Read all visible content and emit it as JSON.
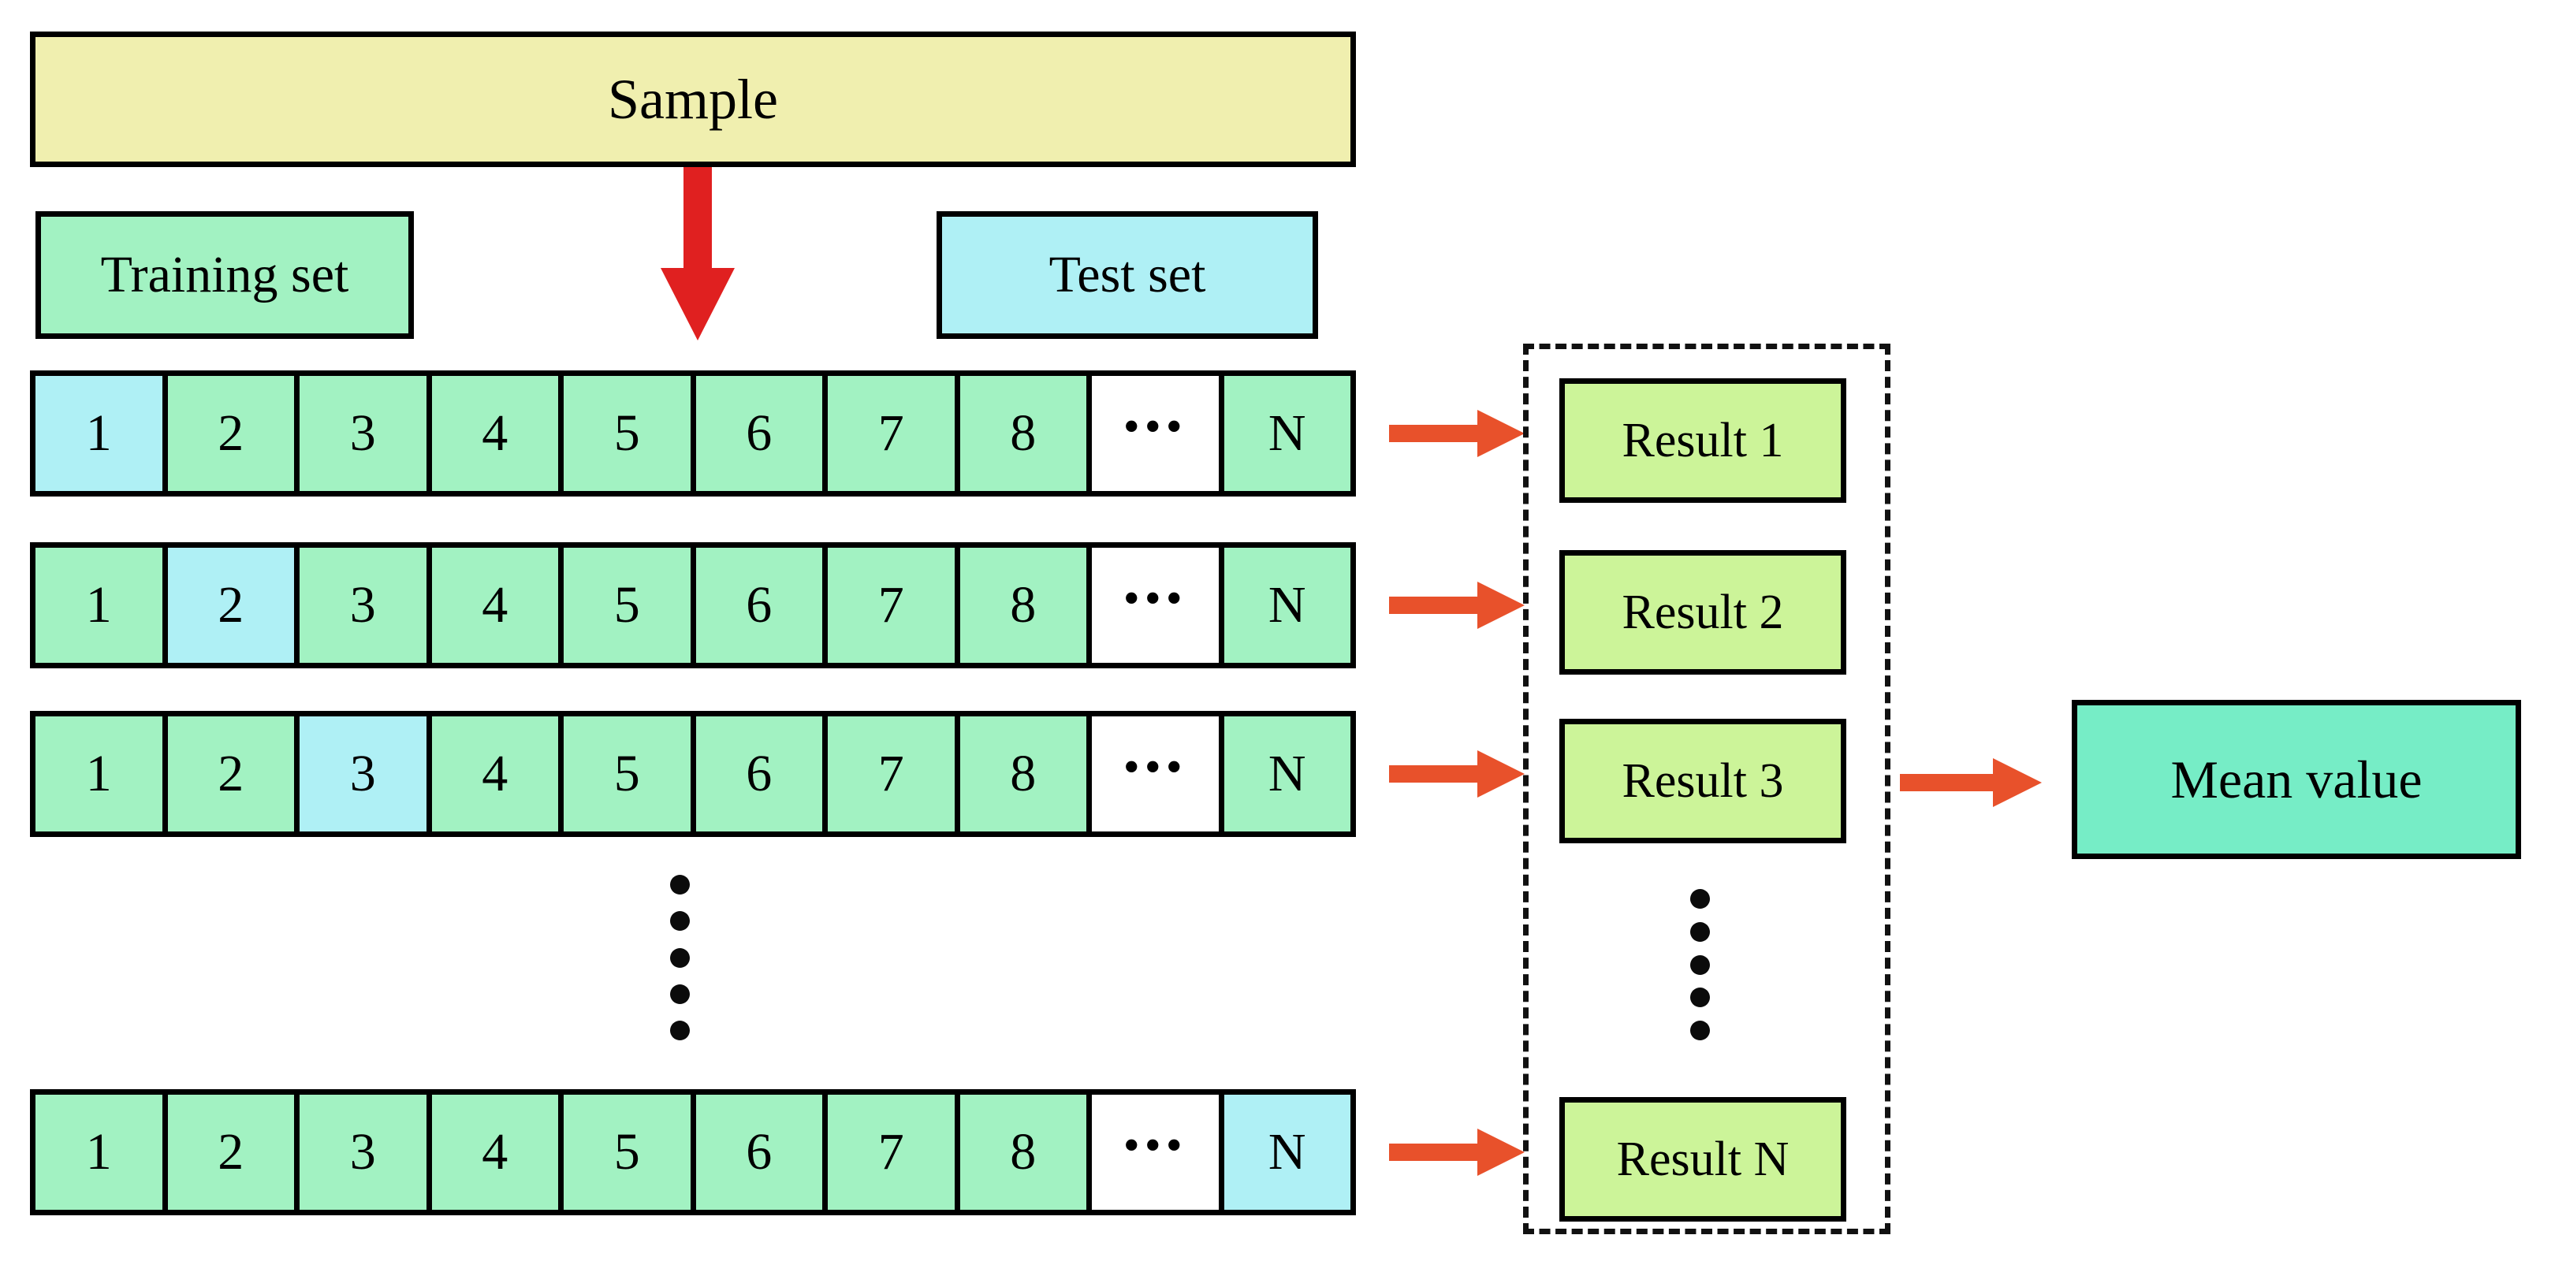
{
  "diagram": {
    "title_box": {
      "label": "Sample",
      "color": "#F0EFAF"
    },
    "legend": [
      {
        "label": "Training set",
        "color": "#A2F2C2",
        "name": "training-set-legend"
      },
      {
        "label": "Test set",
        "color": "#AFF0F5",
        "name": "test-set-legend"
      }
    ],
    "split_arrow": {
      "name": "split-down-arrow",
      "color": "#E02020"
    },
    "flow_arrow_color": "#E8512B",
    "fold_rows": [
      {
        "name": "fold-row-1",
        "cells": [
          "1",
          "2",
          "3",
          "4",
          "5",
          "6",
          "7",
          "8",
          "•••",
          "N"
        ],
        "test_index": 0,
        "gap_index": 8
      },
      {
        "name": "fold-row-2",
        "cells": [
          "1",
          "2",
          "3",
          "4",
          "5",
          "6",
          "7",
          "8",
          "•••",
          "N"
        ],
        "test_index": 1,
        "gap_index": 8
      },
      {
        "name": "fold-row-3",
        "cells": [
          "1",
          "2",
          "3",
          "4",
          "5",
          "6",
          "7",
          "8",
          "•••",
          "N"
        ],
        "test_index": 2,
        "gap_index": 8
      },
      {
        "name": "fold-row-n",
        "cells": [
          "1",
          "2",
          "3",
          "4",
          "5",
          "6",
          "7",
          "8",
          "•••",
          "N"
        ],
        "test_index": 9,
        "gap_index": 8
      }
    ],
    "rows_ellipsis": {
      "name": "rows-vertical-ellipsis",
      "dots": 5
    },
    "results": {
      "container_style": "dashed",
      "items": [
        {
          "label": "Result 1",
          "color": "#CCF499"
        },
        {
          "label": "Result 2",
          "color": "#CCF499"
        },
        {
          "label": "Result 3",
          "color": "#CCF499"
        },
        {
          "label": "Result N",
          "color": "#CCF499"
        }
      ],
      "ellipsis": {
        "name": "results-vertical-ellipsis",
        "dots": 5
      }
    },
    "mean": {
      "label": "Mean value",
      "color": "#76EDC6"
    }
  }
}
